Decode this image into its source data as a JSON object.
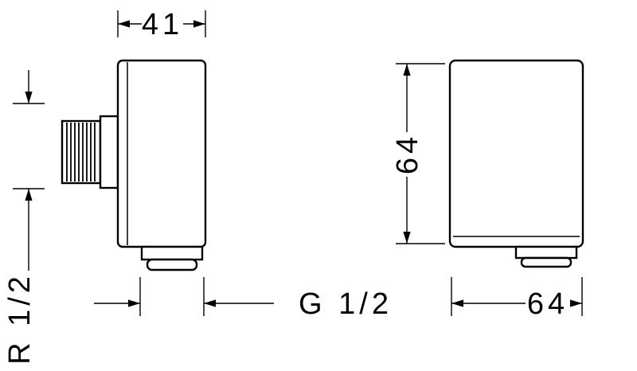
{
  "drawing": {
    "background_color": "#ffffff",
    "line_color": "#000000"
  },
  "dimensions": {
    "body_width": {
      "label": "41"
    },
    "inlet_thread": {
      "label": "R 1/2"
    },
    "outlet_thread": {
      "label": "G 1/2"
    },
    "face_height": {
      "label": "64"
    },
    "face_width": {
      "label": "64"
    }
  }
}
